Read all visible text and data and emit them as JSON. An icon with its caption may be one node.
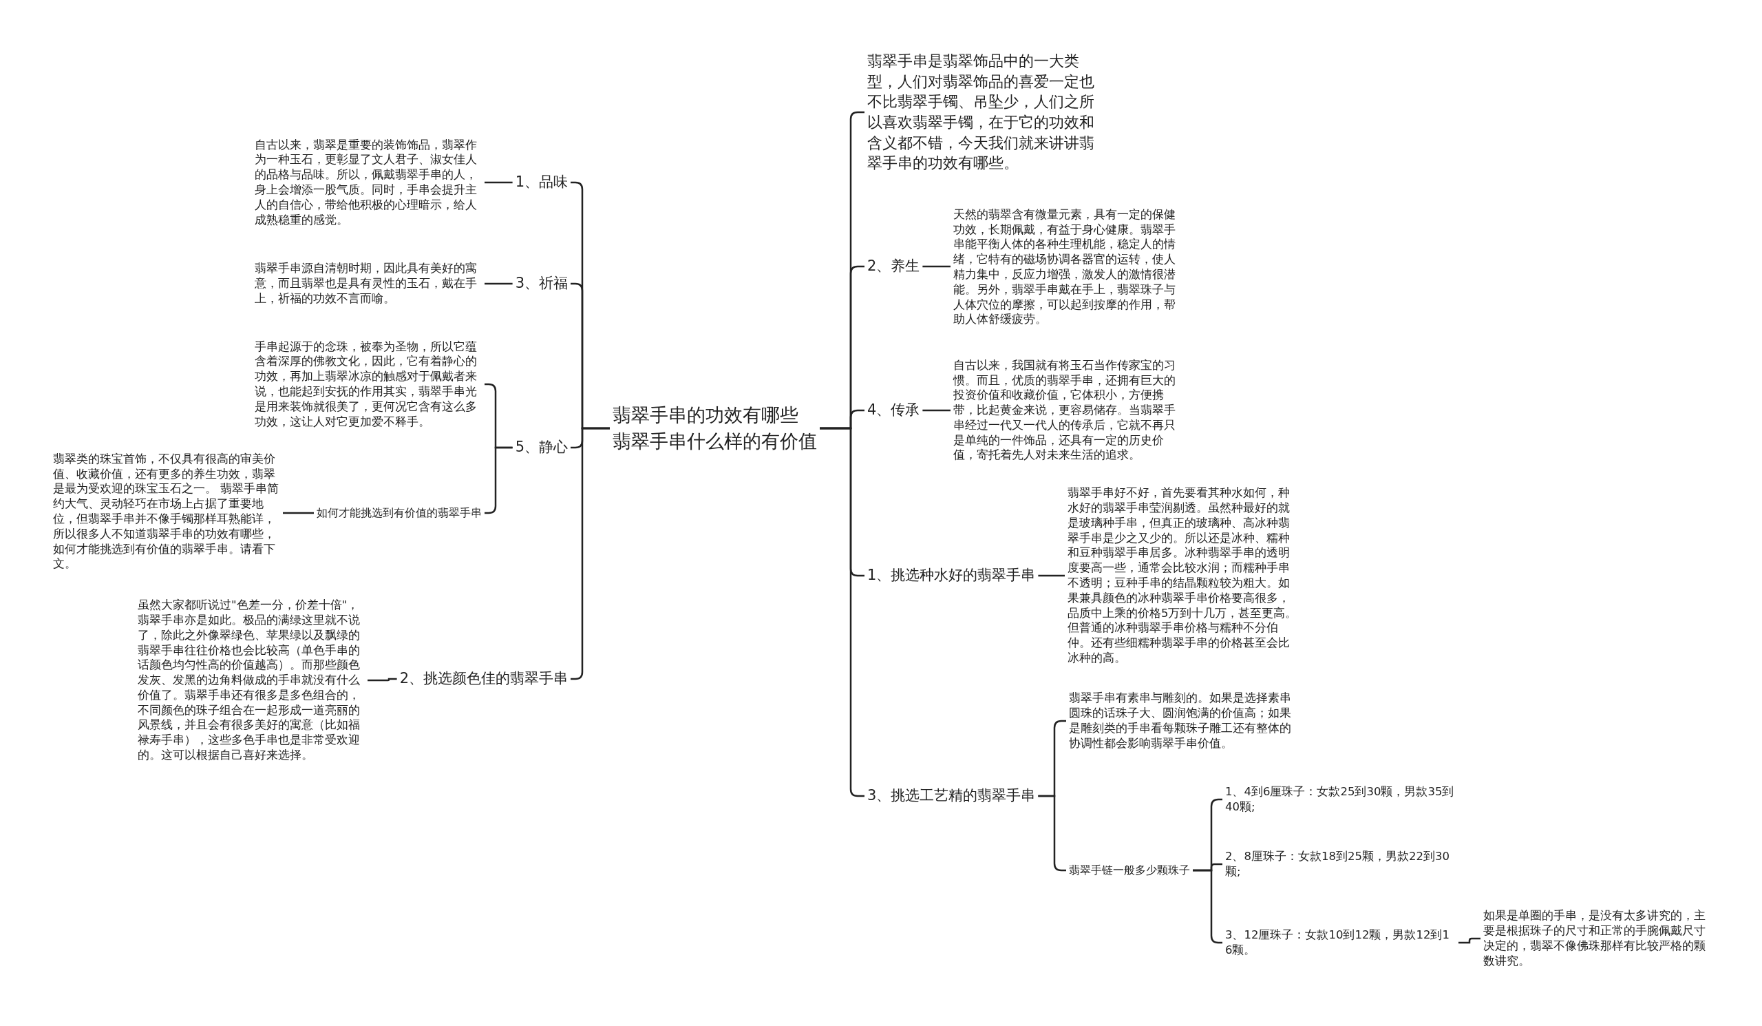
{
  "diagram": {
    "nodes": [
      {
        "text": [
          "翡翠手串的功效有哪些",
          "翡翠手串什么样的有价值"
        ]
      },
      {
        "text": [
          "1、品味"
        ]
      },
      {
        "text": [
          "自古以来，翡翠是重要的装饰饰品，翡翠作为一种玉石，更彰显了文人君子、淑女佳人的品格与品味。所以，佩戴翡翠手串的人，身上会增添一股气质。同时，手串会提升主人的自信心，带给他积极的心理暗示，给人成熟稳重的感觉。"
        ]
      },
      {
        "text": [
          "3、祈福"
        ]
      },
      {
        "text": [
          "翡翠手串源自清朝时期，因此具有美好的寓意，而且翡翠也是具有灵性的玉石，戴在手上，祈福的功效不言而喻。"
        ]
      },
      {
        "text": [
          "5、静心"
        ]
      },
      {
        "text": [
          "手串起源于的念珠，被奉为圣物，所以它蕴含着深厚的佛教文化，因此，它有着静心的功效，再加上翡翠冰凉的触感对于佩戴者来说，也能起到安抚的作用其实，翡翠手串光是用来装饰就很美了，更何况它含有这么多功效，这让人对它更加爱不释手。"
        ]
      },
      {
        "text": [
          "如何才能挑选到有价值的翡翠手串"
        ]
      },
      {
        "text": [
          "翡翠类的珠宝首饰，不仅具有很高的审美价值、收藏价值，还有更多的养生功效，翡翠是最为受欢迎的珠宝玉石之一。 翡翠手串简约大气、灵动轻巧在市场上占据了重要地位，但翡翠手串并不像手镯那样耳熟能详，所以很多人不知道翡翠手串的功效有哪些，如何才能挑选到有价值的翡翠手串。请看下文。"
        ]
      },
      {
        "text": [
          "2、挑选颜色佳的翡翠手串"
        ]
      },
      {
        "text": [
          "虽然大家都听说过\"色差一分，价差十倍\"，翡翠手串亦是如此。极品的满绿这里就不说了，除此之外像翠绿色、苹果绿以及飘绿的翡翠手串往往价格也会比较高（单色手串的话颜色均匀性高的价值越高）。而那些颜色发灰、发黑的边角料做成的手串就没有什么价值了。翡翠手串还有很多是多色组合的，不同颜色的珠子组合在一起形成一道亮丽的风景线，并且会有很多美好的寓意（比如福禄寿手串），这些多色手串也是非常受欢迎的。这可以根据自己喜好来选择。"
        ]
      },
      {
        "text": [
          "翡翠手串是翡翠饰品中的一大类型，人们对翡翠饰品的喜爱一定也不比翡翠手镯、吊坠少，人们之所以喜欢翡翠手镯，在于它的功效和含义都不错，今天我们就来讲讲翡翠手串的功效有哪些。"
        ]
      },
      {
        "text": [
          "2、养生"
        ]
      },
      {
        "text": [
          "天然的翡翠含有微量元素，具有一定的保健功效，长期佩戴，有益于身心健康。翡翠手串能平衡人体的各种生理机能，稳定人的情绪，它特有的磁场协调各器官的运转，使人精力集中，反应力增强，激发人的激情很潜能。另外，翡翠手串戴在手上，翡翠珠子与人体穴位的摩擦，可以起到按摩的作用，帮助人体舒缓疲劳。"
        ]
      },
      {
        "text": [
          "4、传承"
        ]
      },
      {
        "text": [
          "自古以来，我国就有将玉石当作传家宝的习惯。而且，优质的翡翠手串，还拥有巨大的投资价值和收藏价值，它体积小，方便携带，比起黄金来说，更容易储存。当翡翠手串经过一代又一代人的传承后，它就不再只是单纯的一件饰品，还具有一定的历史价值，寄托着先人对未来生活的追求。"
        ]
      },
      {
        "text": [
          "1、挑选种水好的翡翠手串"
        ]
      },
      {
        "text": [
          "翡翠手串好不好，首先要看其种水如何，种水好的翡翠手串莹润剔透。虽然种最好的就是玻璃种手串，但真正的玻璃种、高冰种翡翠手串是少之又少的。所以还是冰种、糯种和豆种翡翠手串居多。冰种翡翠手串的透明度要高一些，通常会比较水润；而糯种手串不透明；豆种手串的结晶颗粒较为粗大。如果兼具颜色的冰种翡翠手串价格要高很多，品质中上乘的价格5万到十几万，甚至更高。但普通的冰种翡翠手串价格与糯种不分伯仲。还有些细糯种翡翠手串的价格甚至会比冰种的高。"
        ]
      },
      {
        "text": [
          "3、挑选工艺精的翡翠手串"
        ]
      },
      {
        "text": [
          "翡翠手串有素串与雕刻的。如果是选择素串圆珠的话珠子大、圆润饱满的价值高；如果是雕刻类的手串看每颗珠子雕工还有整体的协调性都会影响翡翠手串价值。"
        ]
      },
      {
        "text": [
          "翡翠手链一般多少颗珠子"
        ]
      },
      {
        "text": [
          "1、4到6厘珠子：女款25到30颗，男款35到40颗;"
        ]
      },
      {
        "text": [
          "2、8厘珠子：女款18到25颗，男款22到30颗;"
        ]
      },
      {
        "text": [
          "3、12厘珠子：女款10到12颗，男款12到16颗。"
        ]
      },
      {
        "text": [
          "如果是单圈的手串，是没有太多讲究的，主要是根据珠子的尺寸和正常的手腕佩戴尺寸决定的，翡翠不像佛珠那样有比较严格的颗数讲究。"
        ]
      }
    ],
    "edges": [
      {
        "from": 0,
        "to": 1,
        "arrow": "none"
      },
      {
        "from": 1,
        "to": 2,
        "arrow": "none"
      },
      {
        "from": 0,
        "to": 3,
        "arrow": "none"
      },
      {
        "from": 3,
        "to": 4,
        "arrow": "none"
      },
      {
        "from": 0,
        "to": 5,
        "arrow": "none"
      },
      {
        "from": 5,
        "to": 6,
        "arrow": "none"
      },
      {
        "from": 5,
        "to": 7,
        "arrow": "none"
      },
      {
        "from": 7,
        "to": 8,
        "arrow": "none"
      },
      {
        "from": 0,
        "to": 9,
        "arrow": "none"
      },
      {
        "from": 9,
        "to": 10,
        "arrow": "none"
      },
      {
        "from": 0,
        "to": 11,
        "arrow": "none"
      },
      {
        "from": 0,
        "to": 12,
        "arrow": "none"
      },
      {
        "from": 12,
        "to": 13,
        "arrow": "none"
      },
      {
        "from": 0,
        "to": 14,
        "arrow": "none"
      },
      {
        "from": 14,
        "to": 15,
        "arrow": "none"
      },
      {
        "from": 0,
        "to": 16,
        "arrow": "none"
      },
      {
        "from": 16,
        "to": 17,
        "arrow": "none"
      },
      {
        "from": 0,
        "to": 18,
        "arrow": "none"
      },
      {
        "from": 18,
        "to": 19,
        "arrow": "none"
      },
      {
        "from": 18,
        "to": 20,
        "arrow": "none"
      },
      {
        "from": 20,
        "to": 21,
        "arrow": "none"
      },
      {
        "from": 20,
        "to": 22,
        "arrow": "none"
      },
      {
        "from": 20,
        "to": 23,
        "arrow": "none"
      },
      {
        "from": 23,
        "to": 24,
        "arrow": "none"
      }
    ]
  }
}
